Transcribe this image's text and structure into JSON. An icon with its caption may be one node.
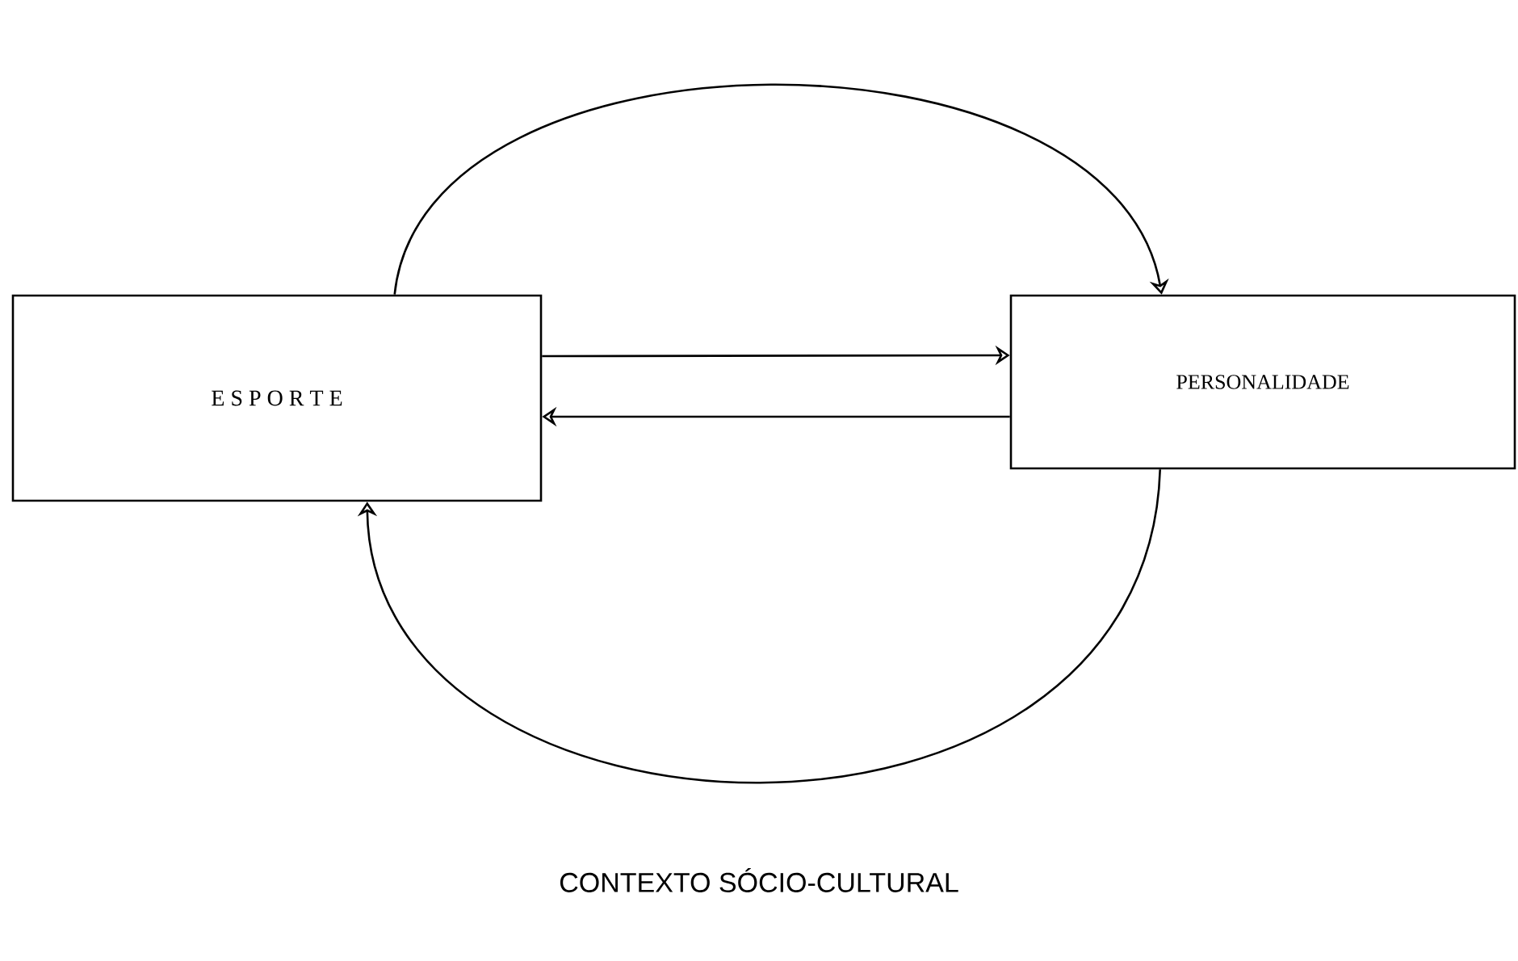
{
  "diagram": {
    "nodes": [
      {
        "text": [
          "E S P O R T E"
        ]
      },
      {
        "text": [
          "PERSONALIDADE"
        ]
      }
    ],
    "edges": [
      {
        "from": 0,
        "to": 1,
        "arrow": "to"
      },
      {
        "from": 1,
        "to": 0,
        "arrow": "to"
      },
      {
        "from": 0,
        "to": 1,
        "arrow": "to"
      },
      {
        "from": 1,
        "to": 0,
        "arrow": "to"
      }
    ],
    "labels": [
      "CONTEXTO SÓCIO-CULTURAL"
    ]
  }
}
